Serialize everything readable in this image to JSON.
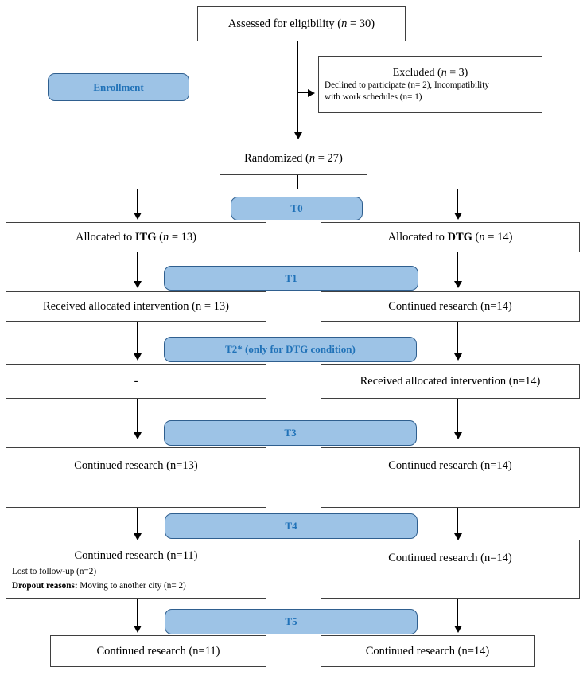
{
  "diagram": {
    "type": "consort-flow",
    "title": "CONSORT participant flow diagram",
    "accent_badge_fill": "#9dc3e6",
    "accent_badge_text": "#2072b8",
    "box_border": "#3f3f3f"
  },
  "enrollment_badge": {
    "label": "Enrollment"
  },
  "nodes": {
    "assessed": {
      "text": "Assessed for eligibility (n = 30)",
      "n": 30
    },
    "excluded": {
      "title": "Excluded (n = 3)",
      "reason1": "Declined to participate (n= 2), Incompatibility",
      "reason2": "with work schedules (n= 1)",
      "n": 3
    },
    "randomized": {
      "text": "Randomized (n = 27)",
      "n": 27
    }
  },
  "timepoints": [
    {
      "id": "T0",
      "label": "T0"
    },
    {
      "id": "T1",
      "label": "T1"
    },
    {
      "id": "T2",
      "label": "T2* (only for DTG condition)"
    },
    {
      "id": "T3",
      "label": "T3"
    },
    {
      "id": "T4",
      "label": "T4"
    },
    {
      "id": "T5",
      "label": "T5"
    }
  ],
  "rows": [
    {
      "id": "T0",
      "left": {
        "text": "Allocated to ITG (n = 13)",
        "bold_token": "ITG",
        "n": 13
      },
      "right": {
        "text": "Allocated to DTG (n = 14)",
        "bold_token": "DTG",
        "n": 14
      }
    },
    {
      "id": "T1",
      "left": {
        "text": "Received allocated intervention (n = 13)",
        "n": 13
      },
      "right": {
        "text": "Continued research (n=14)",
        "n": 14
      }
    },
    {
      "id": "T2",
      "left": {
        "text": "-",
        "n": null
      },
      "right": {
        "text": "Received allocated intervention (n=14)",
        "n": 14
      }
    },
    {
      "id": "T3",
      "left": {
        "text": "Continued research (n=13)",
        "n": 13
      },
      "right": {
        "text": "Continued research (n=14)",
        "n": 14
      }
    },
    {
      "id": "T4",
      "left": {
        "text": "Continued research (n=11)",
        "n": 11,
        "lost": "Lost to follow-up (n=2)",
        "dropout_label": "Dropout reasons:",
        "dropout_text": " Moving to another city (n= 2)"
      },
      "right": {
        "text": "Continued research (n=14)",
        "n": 14
      }
    },
    {
      "id": "T5",
      "left": {
        "text": "Continued research (n=11)",
        "n": 11
      },
      "right": {
        "text": "Continued research (n=14)",
        "n": 14
      }
    }
  ]
}
